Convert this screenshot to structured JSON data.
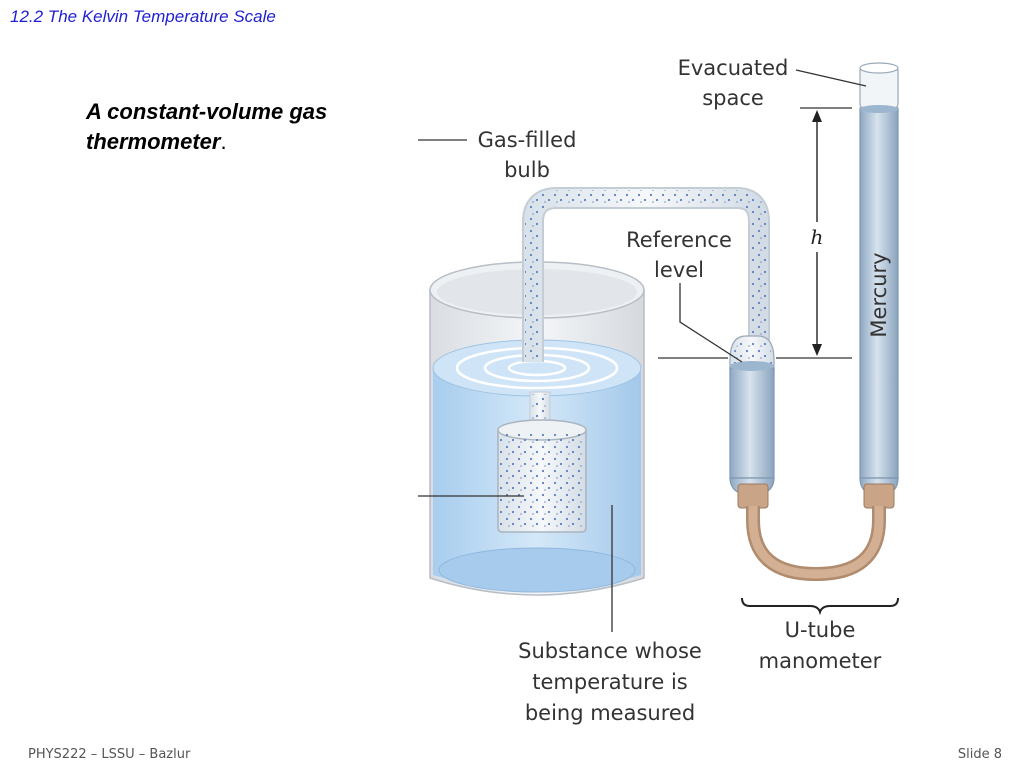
{
  "slide": {
    "header": "12.2 The Kelvin Temperature Scale",
    "caption_main": "A constant-volume gas thermometer",
    "caption_end": ".",
    "footer_left": "PHYS222 – LSSU – Bazlur",
    "footer_right": "Slide 8"
  },
  "diagram": {
    "labels": {
      "evacuated_1": "Evacuated",
      "evacuated_2": "space",
      "gasbulb_1": "Gas-filled",
      "gasbulb_2": "bulb",
      "reference_1": "Reference",
      "reference_2": "level",
      "h": "h",
      "mercury": "Mercury",
      "utube_1": "U-tube",
      "utube_2": "manometer",
      "substance_1": "Substance whose",
      "substance_2": "temperature is",
      "substance_3": "being measured"
    },
    "colors": {
      "water": "#b9d9f2",
      "tube": "#a9c0d6",
      "rubber": "#c9a486",
      "dots": "#5a7fbf"
    }
  }
}
